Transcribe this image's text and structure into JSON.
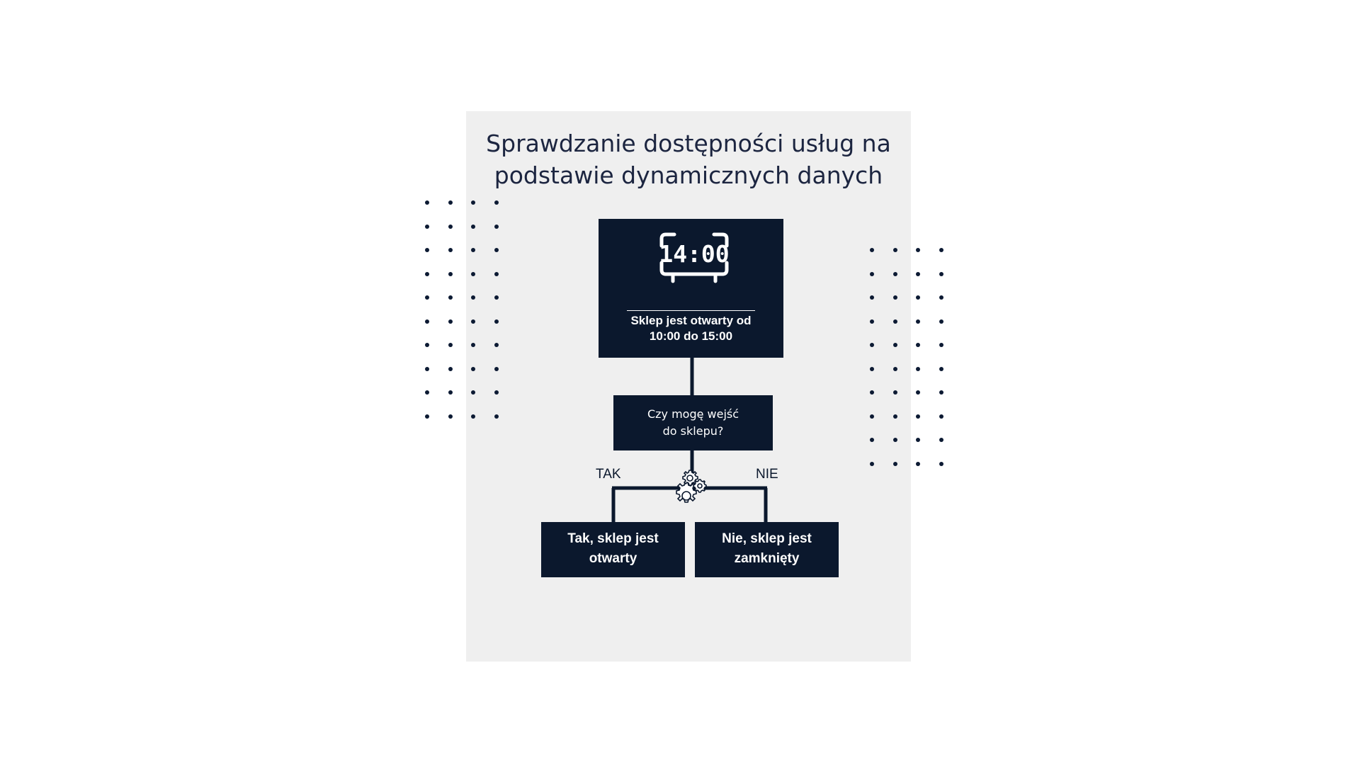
{
  "title": {
    "line1": "Sprawdzanie dostępności usług na",
    "line2": "podstawie dynamicznych danych"
  },
  "clock_node": {
    "clock_display": "14:00",
    "line1": "Sklep jest otwarty od",
    "line2": "10:00 do 15:00"
  },
  "question_node": {
    "line1": "Czy mogę wejść",
    "line2": "do sklepu?"
  },
  "branches": {
    "yes_label": "TAK",
    "no_label": "NIE"
  },
  "yes_node": {
    "line1": "Tak, sklep jest",
    "line2": "otwarty"
  },
  "no_node": {
    "line1": "Nie, sklep jest",
    "line2": "zamknięty"
  },
  "icons": {
    "clock": "digital-clock-icon",
    "process": "gears-icon"
  },
  "colors": {
    "node_fill": "#0b182d",
    "card_background": "#efefef",
    "title_text": "#1c2540",
    "dots": "#0c1a33"
  }
}
